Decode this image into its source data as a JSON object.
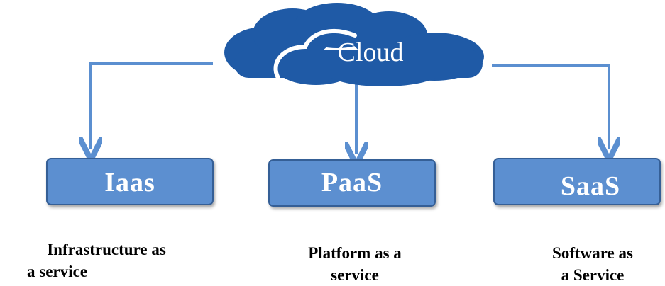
{
  "cloud": {
    "label": "Cloud"
  },
  "services": [
    {
      "label": "Iaas",
      "description": [
        "Infrastructure as",
        "a service"
      ]
    },
    {
      "label": "PaaS",
      "description": [
        "Platform as a",
        "service"
      ]
    },
    {
      "label": "SaaS",
      "description": [
        "Software as",
        "a Service"
      ]
    }
  ],
  "colors": {
    "cloud": "#1f5aa6",
    "box_fill": "#5b8fd0",
    "box_border": "#365f96",
    "arrow": "#5b8fd0",
    "description_text": "#000000"
  }
}
